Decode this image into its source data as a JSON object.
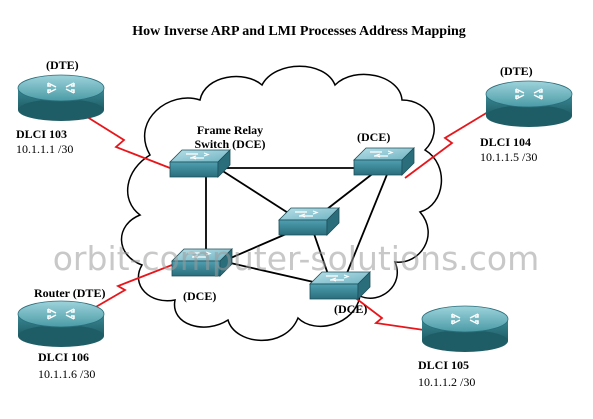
{
  "title": "How Inverse ARP and LMI Processes Address Mapping",
  "watermark": "orbit-computer-solutions.com",
  "colors": {
    "serial_link": "#e8161b",
    "router_body": "#2f7f8a",
    "switch_body": "#3f8ea0"
  },
  "frame_relay_switch_label": [
    "Frame Relay",
    "Switch (DCE)"
  ],
  "switches": [
    {
      "id": "sw-top-left",
      "role": "Frame Relay Switch (DCE)"
    },
    {
      "id": "sw-top-right",
      "label": "(DCE)"
    },
    {
      "id": "sw-center",
      "label": ""
    },
    {
      "id": "sw-bottom-left",
      "label": "(DCE)"
    },
    {
      "id": "sw-bottom-right",
      "label": "(DCE)"
    }
  ],
  "routers": [
    {
      "id": "router-top-left",
      "role": "(DTE)",
      "dlci": "DLCI 103",
      "ip": "10.1.1.1 /30"
    },
    {
      "id": "router-top-right",
      "role": "(DTE)",
      "dlci": "DLCI 104",
      "ip": "10.1.1.5 /30"
    },
    {
      "id": "router-bottom-left",
      "role": "Router (DTE)",
      "dlci": "DLCI 106",
      "ip": "10.1.1.6 /30"
    },
    {
      "id": "router-bottom-right",
      "role": "",
      "dlci": "DLCI 105",
      "ip": "10.1.1.2 /30"
    }
  ],
  "icons": {
    "router": "router-icon",
    "switch": "frame-relay-switch-icon",
    "cloud": "frame-relay-cloud"
  }
}
